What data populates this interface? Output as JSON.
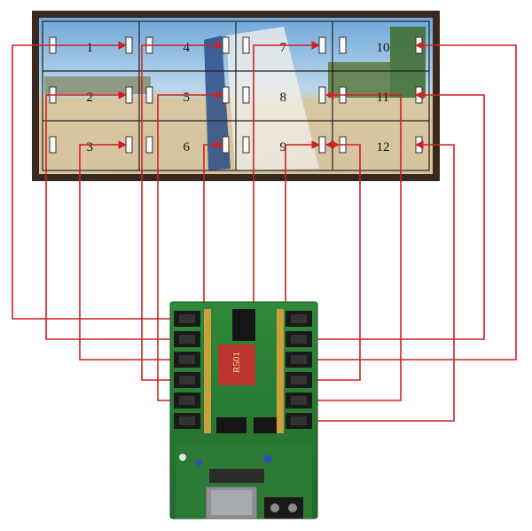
{
  "panels": [
    {
      "number": "1"
    },
    {
      "number": "4"
    },
    {
      "number": "7"
    },
    {
      "number": "10"
    },
    {
      "number": "2"
    },
    {
      "number": "5"
    },
    {
      "number": "8"
    },
    {
      "number": "11"
    },
    {
      "number": "3"
    },
    {
      "number": "6"
    },
    {
      "number": "9"
    },
    {
      "number": "12"
    }
  ],
  "board": {
    "chip_label": "R501"
  },
  "colors": {
    "wire": "#d01f26",
    "frame": "#3a2a1e",
    "pcb": "#2e7d32",
    "connector": "#1a1a1a"
  }
}
